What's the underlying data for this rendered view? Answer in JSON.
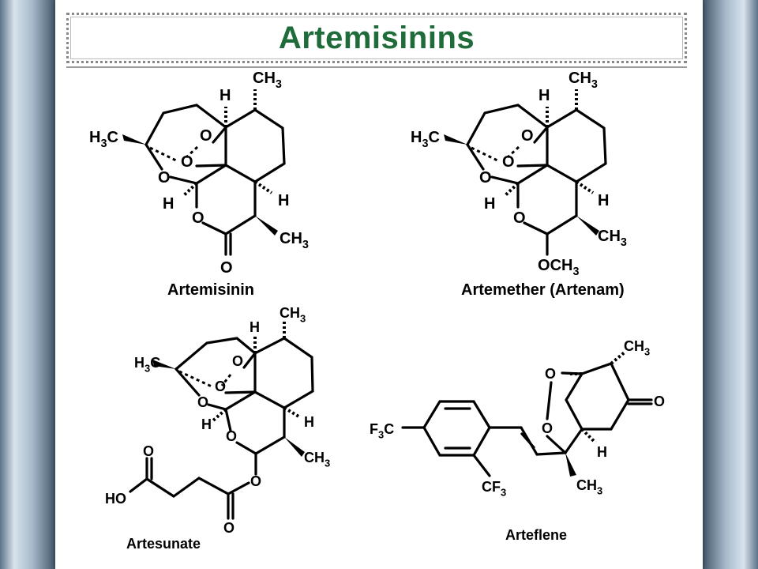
{
  "slide": {
    "title": "Artemisinins"
  },
  "compounds": [
    {
      "name": "Artemisinin",
      "labels": {
        "ch3_top": "CH3",
        "h_top": "H",
        "h3c": "H3C",
        "o1": "O",
        "o2": "O",
        "o3": "O",
        "o4": "O",
        "h_mid": "H",
        "h_left": "H",
        "ch3_right": "CH3",
        "o_carbonyl": "O"
      }
    },
    {
      "name": "Artemether (Artenam)",
      "labels": {
        "ch3_top": "CH3",
        "h_top": "H",
        "h3c": "H3C",
        "o1": "O",
        "o2": "O",
        "o3": "O",
        "o4": "O",
        "h_mid": "H",
        "h_left": "H",
        "ch3_right": "CH3",
        "och3": "OCH3"
      }
    },
    {
      "name": "Artesunate",
      "labels": {
        "ch3_top": "CH3",
        "h_top": "H",
        "h3c": "H3C",
        "o1": "O",
        "o2": "O",
        "o3": "O",
        "o4": "O",
        "h_mid": "H",
        "h_left": "H",
        "ch3_right": "CH3",
        "o_ester": "O",
        "o_acid_top": "O",
        "ho": "HO",
        "o_ester_bottom": "O"
      }
    },
    {
      "name": "Arteflene",
      "labels": {
        "ch3_top": "CH3",
        "o_top": "O",
        "o_ketone": "O",
        "o_mid": "O",
        "h": "H",
        "ch3_bottom": "CH3",
        "f3c": "F3C",
        "cf3": "CF3"
      }
    }
  ]
}
